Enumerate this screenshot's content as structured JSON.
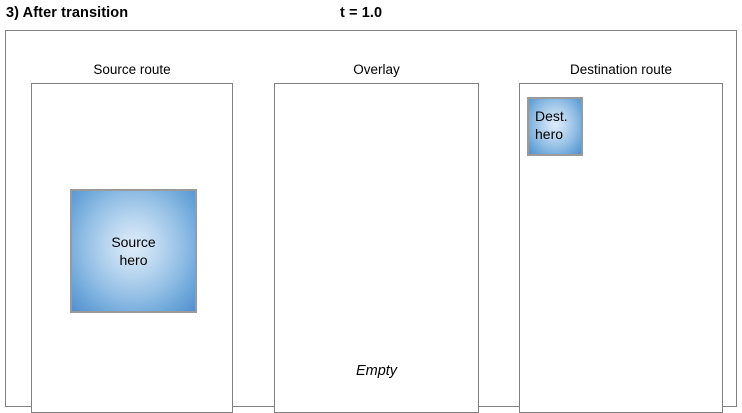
{
  "header": {
    "step_title": "3) After transition",
    "time_label": "t = 1.0"
  },
  "panels": {
    "source": {
      "title": "Source route",
      "hero": {
        "line1": "Source",
        "line2": "hero"
      }
    },
    "overlay": {
      "title": "Overlay",
      "empty_label": "Empty"
    },
    "destination": {
      "title": "Destination route",
      "hero": {
        "line1": "Dest.",
        "line2": "hero"
      }
    }
  },
  "colors": {
    "frame_border": "#808080",
    "hero_border": "#9a9a9a",
    "hero_gradient_center": "#dcebf8",
    "hero_gradient_edge": "#548fcd",
    "text": "#000000",
    "background": "#ffffff"
  }
}
